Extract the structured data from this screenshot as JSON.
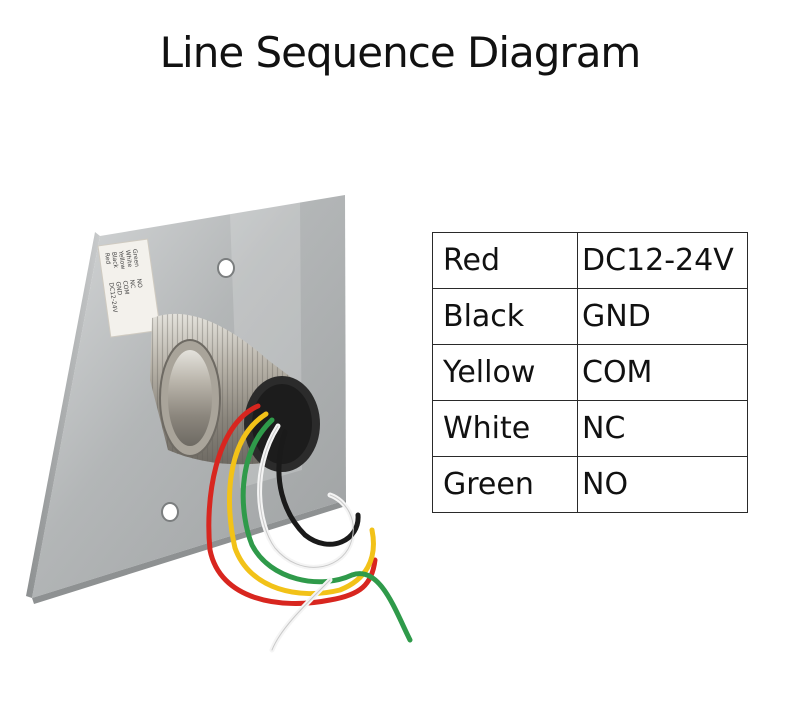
{
  "title": "Line Sequence Diagram",
  "wire_table": {
    "rows": [
      {
        "wire": "Red",
        "function": "DC12-24V"
      },
      {
        "wire": "Black",
        "function": "GND"
      },
      {
        "wire": "Yellow",
        "function": "COM"
      },
      {
        "wire": "White",
        "function": "NC"
      },
      {
        "wire": "Green",
        "function": "NO"
      }
    ]
  },
  "label_sticker": {
    "lines": [
      "Red",
      "Black",
      "Yellow",
      "White",
      "Green",
      "DC12-24V",
      "GND",
      "COM",
      "NC",
      "NO"
    ]
  },
  "colors": {
    "red_wire": "#d8261f",
    "black_wire": "#1a1a1a",
    "yellow_wire": "#f2c218",
    "white_wire": "#f4f4f4",
    "green_wire": "#2f9a4a",
    "plate": "#b9bcbd"
  }
}
